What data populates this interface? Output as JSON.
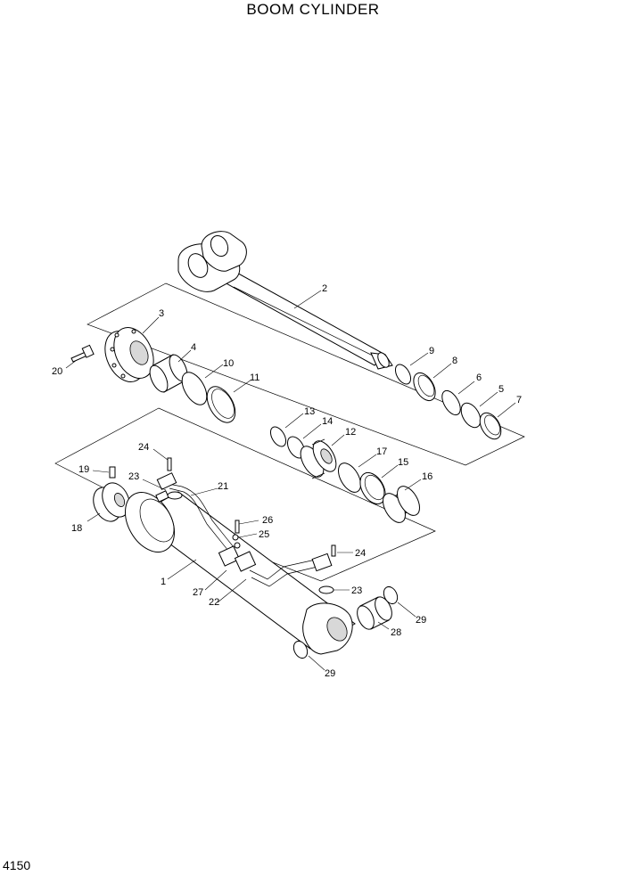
{
  "title": "BOOM CYLINDER",
  "page_number": "4150",
  "callouts": [
    {
      "id": "c1",
      "text": "1"
    },
    {
      "id": "c2",
      "text": "2"
    },
    {
      "id": "c3",
      "text": "3"
    },
    {
      "id": "c4",
      "text": "4"
    },
    {
      "id": "c5",
      "text": "5"
    },
    {
      "id": "c6",
      "text": "6"
    },
    {
      "id": "c7",
      "text": "7"
    },
    {
      "id": "c8",
      "text": "8"
    },
    {
      "id": "c9",
      "text": "9"
    },
    {
      "id": "c10",
      "text": "10"
    },
    {
      "id": "c11",
      "text": "11"
    },
    {
      "id": "c12",
      "text": "12"
    },
    {
      "id": "c13",
      "text": "13"
    },
    {
      "id": "c14",
      "text": "14"
    },
    {
      "id": "c15",
      "text": "15"
    },
    {
      "id": "c16",
      "text": "16"
    },
    {
      "id": "c17",
      "text": "17"
    },
    {
      "id": "c18",
      "text": "18"
    },
    {
      "id": "c19",
      "text": "19"
    },
    {
      "id": "c20",
      "text": "20"
    },
    {
      "id": "c21",
      "text": "21"
    },
    {
      "id": "c22",
      "text": "22"
    },
    {
      "id": "c23a",
      "text": "23"
    },
    {
      "id": "c23b",
      "text": "23"
    },
    {
      "id": "c24a",
      "text": "24"
    },
    {
      "id": "c24b",
      "text": "24"
    },
    {
      "id": "c25",
      "text": "25"
    },
    {
      "id": "c26",
      "text": "26"
    },
    {
      "id": "c27",
      "text": "27"
    },
    {
      "id": "c28",
      "text": "28"
    },
    {
      "id": "c29a",
      "text": "29"
    },
    {
      "id": "c29b",
      "text": "29"
    }
  ]
}
